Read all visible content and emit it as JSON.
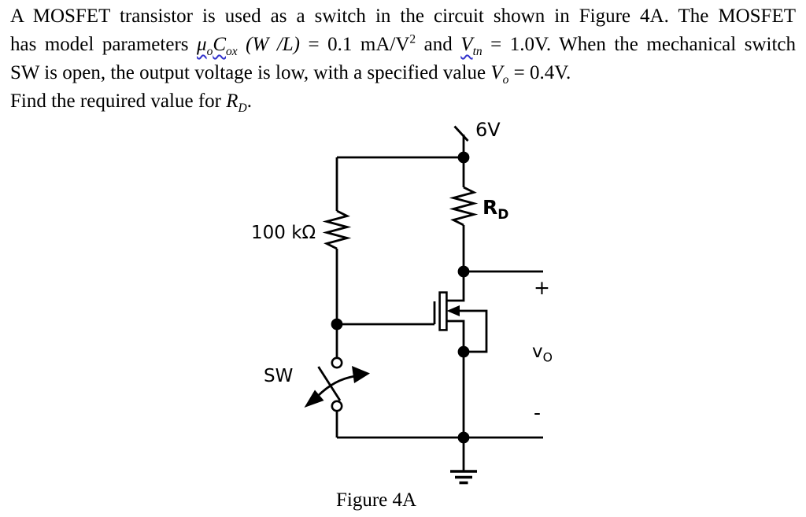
{
  "colors": {
    "ink": "#000000",
    "squiggle_underline": "#3333cc",
    "background": "#ffffff"
  },
  "problem": {
    "line1": "A MOSFET transistor is used as a switch in the circuit shown in Figure 4A. The MOSFET",
    "line2": {
      "a": "has model parameters ",
      "mu": "μ",
      "mu_sub": "o",
      "c": "C",
      "c_sub": "ox",
      "wl": " (W /L)",
      "b": " = 0.1 mA/V",
      "sq": "2",
      "c2": " and ",
      "v": "V",
      "v_sub": "tn",
      "d": " = 1.0V. When the mechanical switch"
    },
    "line3": {
      "a": "SW is open, the output voltage is low, with a specified value ",
      "v": "V",
      "v_sub": "o",
      "b": " = 0.4V."
    },
    "line4": {
      "a": "Find the required value for ",
      "r": "R",
      "r_sub": "D",
      "b": "."
    }
  },
  "circuit": {
    "supply": "6V",
    "left_resistor": "100 kΩ",
    "drain_resistor": "R",
    "drain_resistor_sub": "D",
    "switch": "SW",
    "plus": "+",
    "minus": "-",
    "output": "v",
    "output_sub": "O",
    "caption": "Figure 4A"
  }
}
